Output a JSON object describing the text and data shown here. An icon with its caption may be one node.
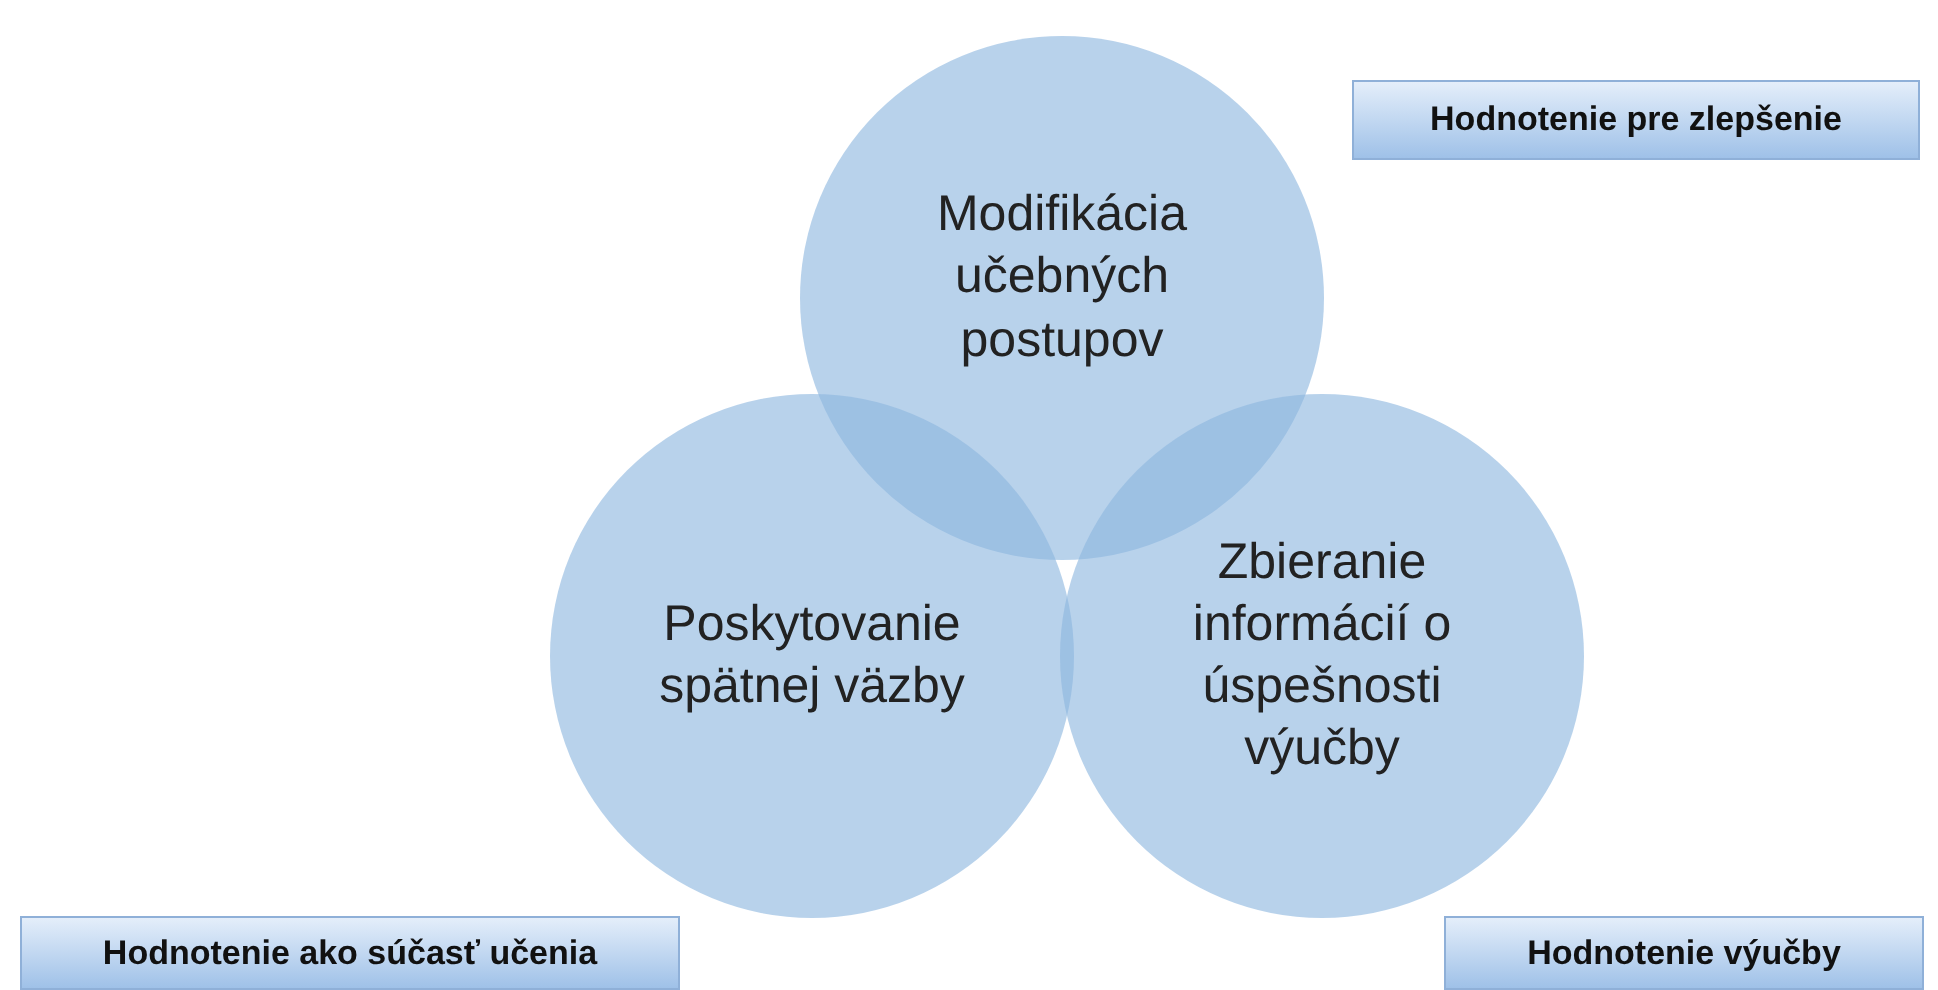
{
  "diagram": {
    "nodes": [
      {
        "text": [
          "Hodnotenie pre zlepšenie"
        ]
      },
      {
        "text": [
          "Modifikácia učebných postupov"
        ]
      },
      {
        "text": [
          "Poskytovanie spätnej väzby"
        ]
      },
      {
        "text": [
          "Zbieranie informácií o úspešnosti výučby"
        ]
      },
      {
        "text": [
          "Hodnotenie ako súčasť učenia"
        ]
      },
      {
        "text": [
          "Hodnotenie výučby"
        ]
      }
    ],
    "edges": []
  }
}
